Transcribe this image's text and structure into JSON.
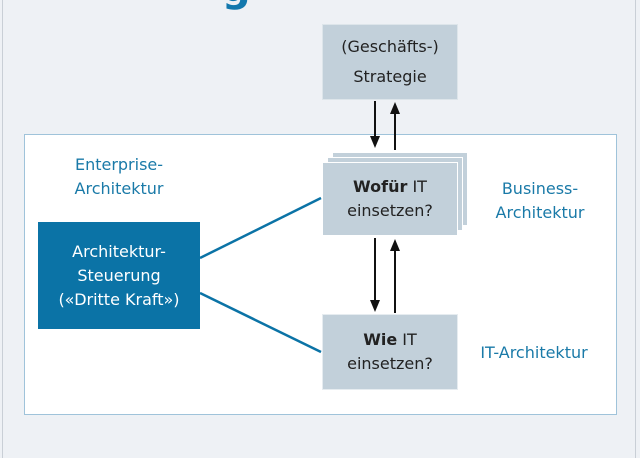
{
  "title": {
    "visible_fragment": "g"
  },
  "colors": {
    "accent_blue": "#0b73a6",
    "label_blue": "#1a7aa8",
    "box_gray": "#c2d0da",
    "background": "#eef1f5"
  },
  "nodes": {
    "strategy": {
      "line1": "(Geschäfts-)",
      "line2": "Strategie"
    },
    "wofuer": {
      "bold": "Wofür",
      "rest": " IT",
      "line2": "einsetzen?"
    },
    "wie": {
      "bold": "Wie",
      "rest": " IT",
      "line2": "einsetzen?"
    },
    "steering": {
      "line1": "Architektur-",
      "line2": "Steuerung",
      "line3": "(«Dritte Kraft»)"
    }
  },
  "labels": {
    "enterprise": {
      "line1": "Enterprise-",
      "line2": "Architektur"
    },
    "business": {
      "line1": "Business-",
      "line2": "Architektur"
    },
    "it": "IT-Architektur"
  },
  "edges": [
    {
      "from": "strategy",
      "to": "wofuer",
      "type": "bidirectional-arrows"
    },
    {
      "from": "wofuer",
      "to": "wie",
      "type": "bidirectional-arrows"
    },
    {
      "from": "steering",
      "to": "wofuer",
      "type": "line"
    },
    {
      "from": "steering",
      "to": "wie",
      "type": "line"
    }
  ]
}
